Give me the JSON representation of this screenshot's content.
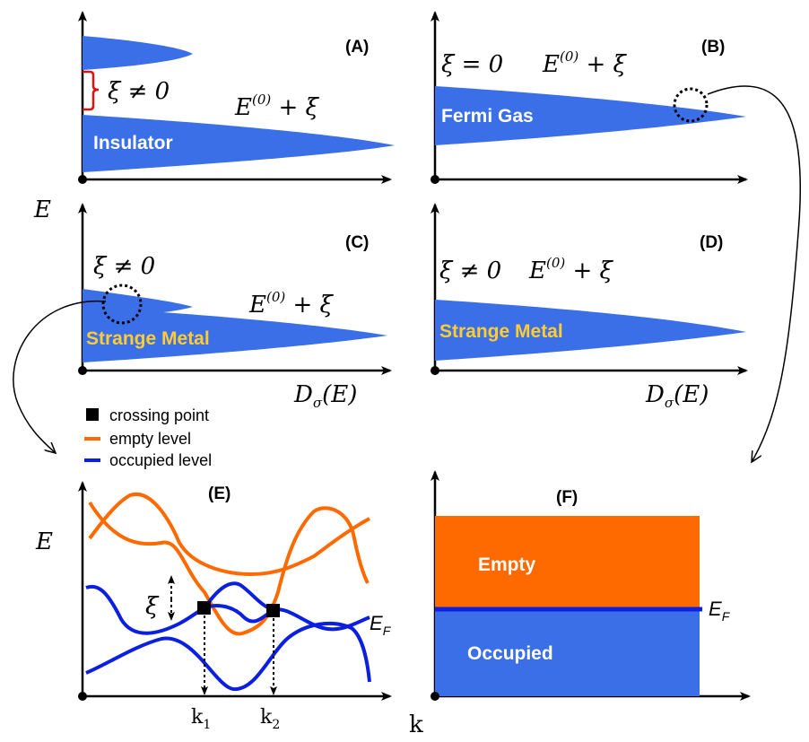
{
  "panels": {
    "A": {
      "letter": "(A)",
      "gap_label": "ξ ≠ 0",
      "energy_label": "E",
      "energy_sup": "(0)",
      "energy_tail": " + ξ",
      "band_label": "Insulator"
    },
    "B": {
      "letter": "(B)",
      "xi_label": "ξ = 0",
      "energy_label": "E",
      "energy_sup": "(0)",
      "energy_tail": " + ξ",
      "band_label": "Fermi Gas"
    },
    "C": {
      "letter": "(C)",
      "xi_label": "ξ ≠ 0",
      "energy_label": "E",
      "energy_sup": "(0)",
      "energy_tail": " + ξ",
      "band_label": "Strange Metal",
      "axis_label": "D",
      "axis_sub": "σ",
      "axis_tail": "(E)"
    },
    "D": {
      "letter": "(D)",
      "xi_label": "ξ ≠ 0",
      "energy_label": "E",
      "energy_sup": "(0)",
      "energy_tail": " + ξ",
      "band_label": "Strange Metal",
      "axis_label": "D",
      "axis_sub": "σ",
      "axis_tail": "(E)"
    },
    "E": {
      "letter": "(E)",
      "xi_label": "ξ",
      "k1": "k",
      "k1_sub": "1",
      "k2": "k",
      "k2_sub": "2",
      "ef": "E",
      "ef_sub": "F"
    },
    "F": {
      "letter": "(F)",
      "empty_label": "Empty",
      "occupied_label": "Occupied",
      "ef": "E",
      "ef_sub": "F"
    }
  },
  "axis_labels": {
    "energy_top": "E",
    "energy_bottom": "E",
    "k": "k"
  },
  "legend": {
    "items": [
      {
        "label": "crossing point",
        "symbol": "square",
        "color": "#000000"
      },
      {
        "label": "empty level",
        "symbol": "line",
        "color": "#ff6a00"
      },
      {
        "label": "occupied level",
        "symbol": "line",
        "color": "#0a1fe0"
      }
    ]
  },
  "colors": {
    "band_blue": "#3a6fe8",
    "empty_orange": "#ff6a00",
    "occupied_blue": "#0a1fe0",
    "strange_metal_text": "#ffcc33",
    "gap_bracket": "#e01010"
  }
}
